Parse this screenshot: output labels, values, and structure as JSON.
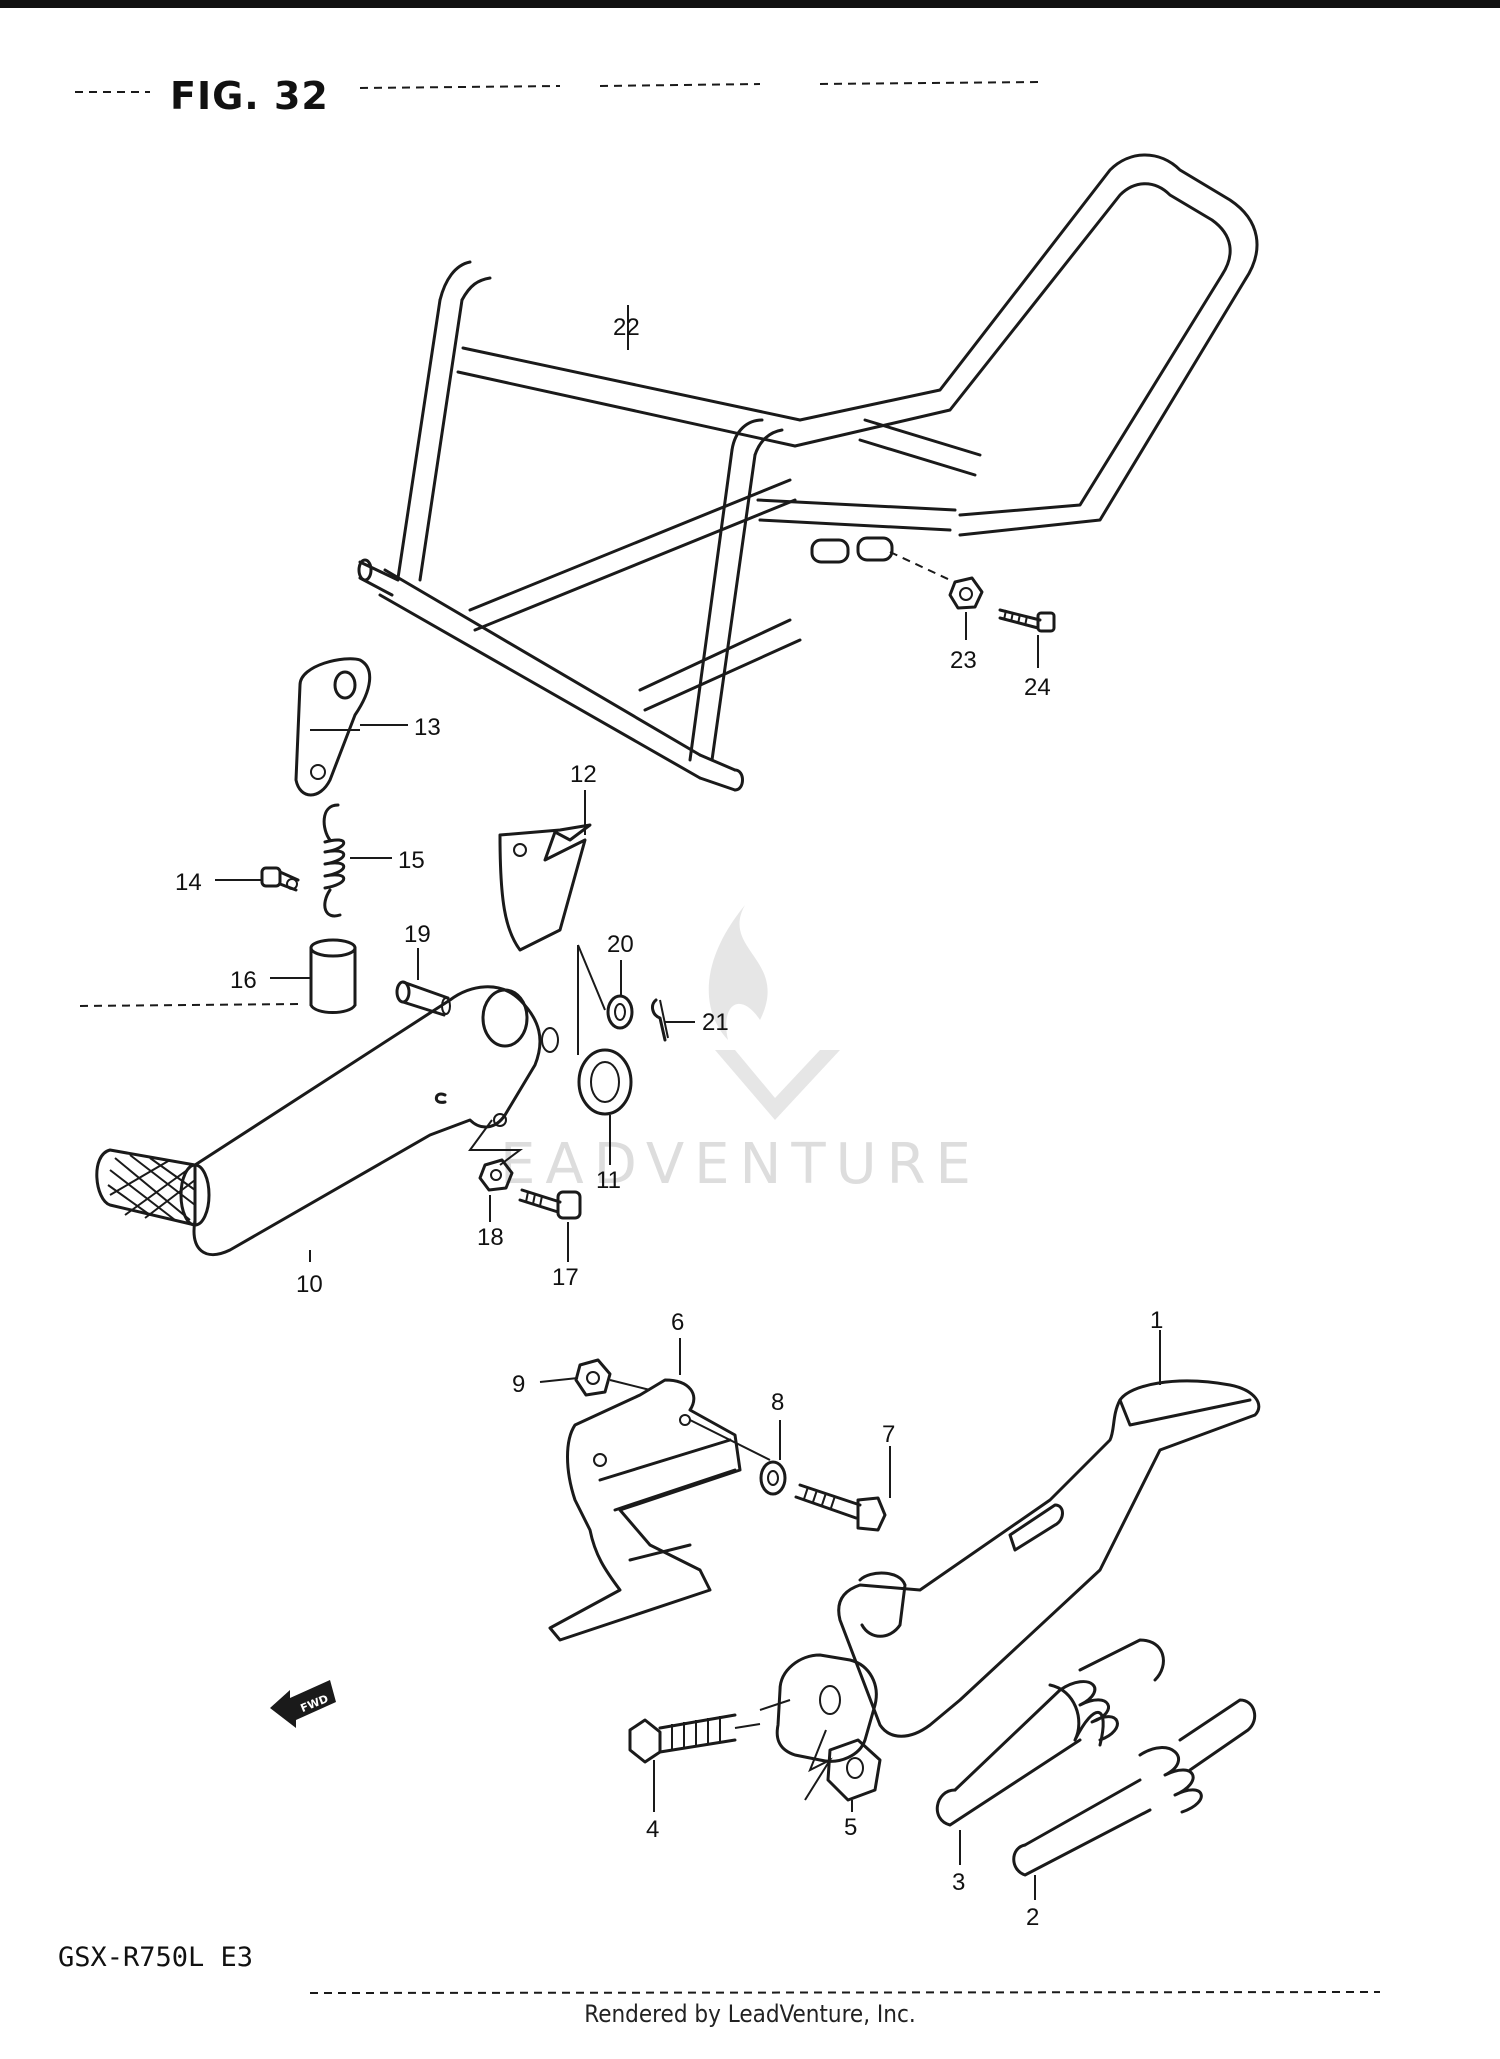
{
  "figure": {
    "title": "FIG. 32",
    "model": "GSX-R750L  E3",
    "credit": "Rendered by LeadVenture, Inc."
  },
  "watermark": {
    "text": "EADVENTURE"
  },
  "callouts": [
    {
      "id": "1",
      "label": "1"
    },
    {
      "id": "2",
      "label": "2"
    },
    {
      "id": "3",
      "label": "3"
    },
    {
      "id": "4",
      "label": "4"
    },
    {
      "id": "5",
      "label": "5"
    },
    {
      "id": "6",
      "label": "6"
    },
    {
      "id": "7",
      "label": "7"
    },
    {
      "id": "8",
      "label": "8"
    },
    {
      "id": "9",
      "label": "9"
    },
    {
      "id": "10",
      "label": "10"
    },
    {
      "id": "11",
      "label": "11"
    },
    {
      "id": "12",
      "label": "12"
    },
    {
      "id": "13",
      "label": "13"
    },
    {
      "id": "14",
      "label": "14"
    },
    {
      "id": "15",
      "label": "15"
    },
    {
      "id": "16",
      "label": "16"
    },
    {
      "id": "17",
      "label": "17"
    },
    {
      "id": "18",
      "label": "18"
    },
    {
      "id": "19",
      "label": "19"
    },
    {
      "id": "20",
      "label": "20"
    },
    {
      "id": "21",
      "label": "21"
    },
    {
      "id": "22",
      "label": "22"
    },
    {
      "id": "23",
      "label": "23"
    },
    {
      "id": "24",
      "label": "24"
    }
  ],
  "direction_marker": {
    "label": "FWD",
    "icon": "arrow-left-icon"
  }
}
